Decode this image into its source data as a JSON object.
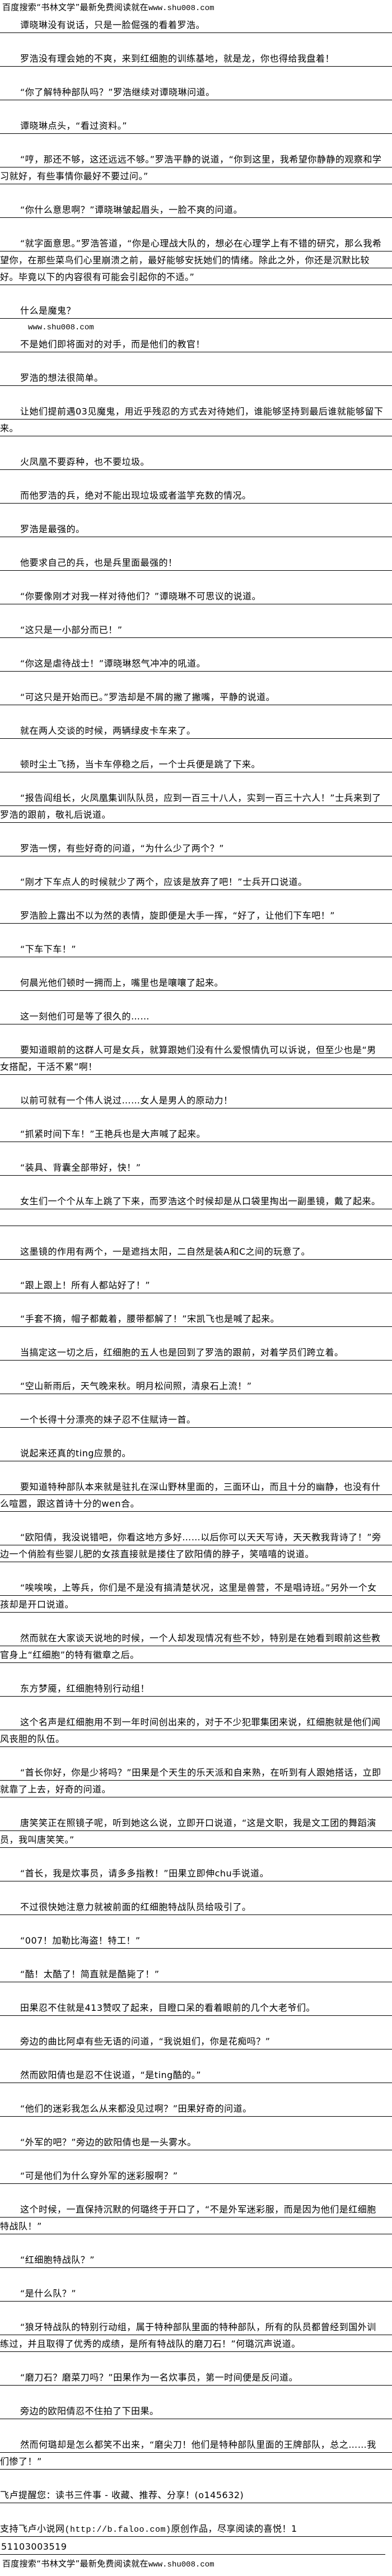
{
  "header_banner": {
    "text": "百度搜索“书林文学”最新免费阅读就在",
    "url": "www.shu008.com"
  },
  "chapter": {
    "paragraphs_a": [
      "谭晓琳没有说话，只是一脸倔强的看着罗浩。",
      "罗浩没有理会她的不爽，来到红细胞的训练基地，就是龙，你也得给我盘着！",
      "“你了解特种部队吗？”罗浩继续对谭晓琳问道。",
      "谭晓琳点头，“看过资料。”",
      "“哼，那还不够，这还远远不够。”罗浩平静的说道，“你到这里，我希望你静静的观察和学习就好，有些事情你最好不要过问。”",
      "“你什么意思啊？”谭晓琳皱起眉头，一脸不爽的问道。",
      "“就字面意思。”罗浩答道，“你是心理战大队的，想必在心理学上有不错的研究，那么我希望你，在那些菜鸟们心里崩溃之前，最好能够安抚她们的情绪。除此之外，你还是沉默比较好。毕竟以下的内容很有可能会引起你的不适。”",
      "什么是魔鬼？"
    ],
    "inline_watermark": "www.shu008.com",
    "paragraphs_b": [
      "不是她们即将面对的对手，而是他们的教官！",
      "罗浩的想法很简单。",
      "让她们提前遇03见魔鬼，用近乎残忍的方式去对待她们，谁能够坚持到最后谁就能够留下来。",
      "火凤凰不要孬种，也不要垃圾。",
      "而他罗浩的兵，绝对不能出现垃圾或者滥竽充数的情况。",
      "罗浩是最强的。",
      "他要求自己的兵，也是兵里面最强的！",
      "“你要像刚才对我一样对待他们？”谭晓琳不可思议的说道。",
      "“这只是一小部分而已！”",
      "“你这是虐待战士！”谭晓琳怒气冲冲的吼道。",
      "“可这只是开始而已。”罗浩却是不屑的撇了撇嘴，平静的说道。",
      "就在两人交谈的时候，两辆绿皮卡车来了。",
      "顿时尘土飞扬，当卡车停稳之后，一个士兵便是跳了下来。",
      "“报告阎组长，火凤凰集训队队员，应到一百三十八人，实到一百三十六人！”士兵来到了罗浩的跟前，敬礼后说道。",
      "罗浩一愣，有些好奇的问道，“为什么少了两个？”",
      "“刚才下车点人的时候就少了两个，应该是放弃了吧！”士兵开口说道。",
      "罗浩脸上露出不以为然的表情，旋即便是大手一挥，“好了，让他们下车吧！”",
      "“下车下车！”",
      "何晨光他们顿时一拥而上，嘴里也是嚷嚷了起来。",
      "这一刻他们可是等了很久的……",
      "要知道眼前的这群人可是女兵，就算跟她们没有什么爱恨情仇可以诉说，但至少也是“男女搭配，干活不累”啊！",
      "以前可就有一个伟人说过……女人是男人的原动力！",
      "“抓紧时间下车！”王艳兵也是大声喊了起来。",
      "“装具、背囊全部带好，快！”",
      "女生们一个个从车上跳了下来，而罗浩这个时候却是从口袋里掏出一副墨镜，戴了起来。",
      "",
      "这墨镜的作用有两个，一是遮挡太阳，二自然是装A和C之间的玩意了。",
      "“跟上跟上！所有人都站好了！”",
      "“手套不摘，帽子都戴着，腰带都解了！”宋凯飞也是喊了起来。",
      "当搞定这一切之后，红细胞的五人也是回到了罗浩的跟前，对着学员们跨立着。",
      "“空山新雨后，天气晚来秋。明月松间照，清泉石上流！”",
      "一个长得十分漂亮的妹子忍不住赋诗一首。",
      "说起来还真的ting应景的。",
      "要知道特种部队本来就是驻扎在深山野林里面的，三面环山，而且十分的幽静，也没有什么喧嚣，跟这首诗十分的wen合。",
      "“欧阳倩，我没说错吧，你看这地方多好……以后你可以天天写诗，天天教我背诗了！”旁边一个俏脸有些婴儿肥的女孩直接就是搂住了欧阳倩的脖子，笑嘻嘻的说道。",
      "“唉唉唉，上等兵，你们是不是没有搞清楚状况，这里是兽营，不是唱诗班。”另外一个女孩却是开口说道。",
      "然而就在大家谈天说地的时候，一个人却发现情况有些不妙，特别是在她看到眼前这些教官身上“红细胞”的特有徽章之后。",
      "东方梦魇，红细胞特别行动组！",
      "这个名声是红细胞用不到一年时间创出来的，对于不少犯罪集团来说，红细胞就是他们闻风丧胆的队伍。",
      "“首长你好，你是少将吗？”田果是个天生的乐天派和自来熟，在听到有人跟她搭话，立即就靠了上去，好奇的问道。",
      "唐笑笑正在照镜子呢，听到她这么说，立即开口说道，“这是文职，我是文工团的舞蹈演员，我叫唐笑笑。”",
      "“首长，我是炊事员，请多多指教！”田果立即伸chu手说道。",
      "不过很快她注意力就被前面的红细胞特战队员给吸引了。",
      "“007！加勒比海盗！特工！”",
      "“酷！太酷了！简直就是酷毙了！”",
      "田果忍不住就是413赞叹了起来，目瞪口呆的看着眼前的几个大老爷们。",
      "旁边的曲比阿卓有些无语的问道，“我说姐们，你是花痴吗？”",
      "然而欧阳倩也是忍不住说道，“是ting酷的。”",
      "“他们的迷彩我怎么从来都没见过啊？”田果好奇的问道。",
      "“外军的吧？”旁边的欧阳倩也是一头雾水。",
      "“可是他们为什么穿外军的迷彩服啊？”",
      "这个时候，一直保持沉默的何璐终于开口了，“不是外军迷彩服，而是因为他们是红细胞特战队！”",
      "“红细胞特战队？”",
      "“是什么队？”",
      "“狼牙特战队的特别行动组，属于特种部队里面的特种部队，所有的队员都曾经到国外训练过，并且取得了优秀的成绩，是所有特战队的磨刀石！”何璐沉声说道。",
      "“磨刀石？磨菜刀吗？”田果作为一名炊事员，第一时间便是反问道。",
      "旁边的欧阳倩忍不住拍了下田果。",
      "然而何璐却是怎么都笑不出来，“磨尖刀！他们是特种部队里面的王牌部队，总之……我们惨了！”"
    ]
  },
  "footer": {
    "reminder": "飞卢提醒您：读书三件事 - 收藏、推荐、分享！(o145632)",
    "support_prefix": "支持飞卢小说网",
    "support_url": "(http://b.faloo.com)",
    "support_suffix": "原创作品，尽享阅读的喜悦！1",
    "id_line": "51103003519"
  },
  "footer_banner": {
    "text": "百度搜索“书林文学”最新免费阅读就在",
    "url": "www.shu008.com"
  }
}
